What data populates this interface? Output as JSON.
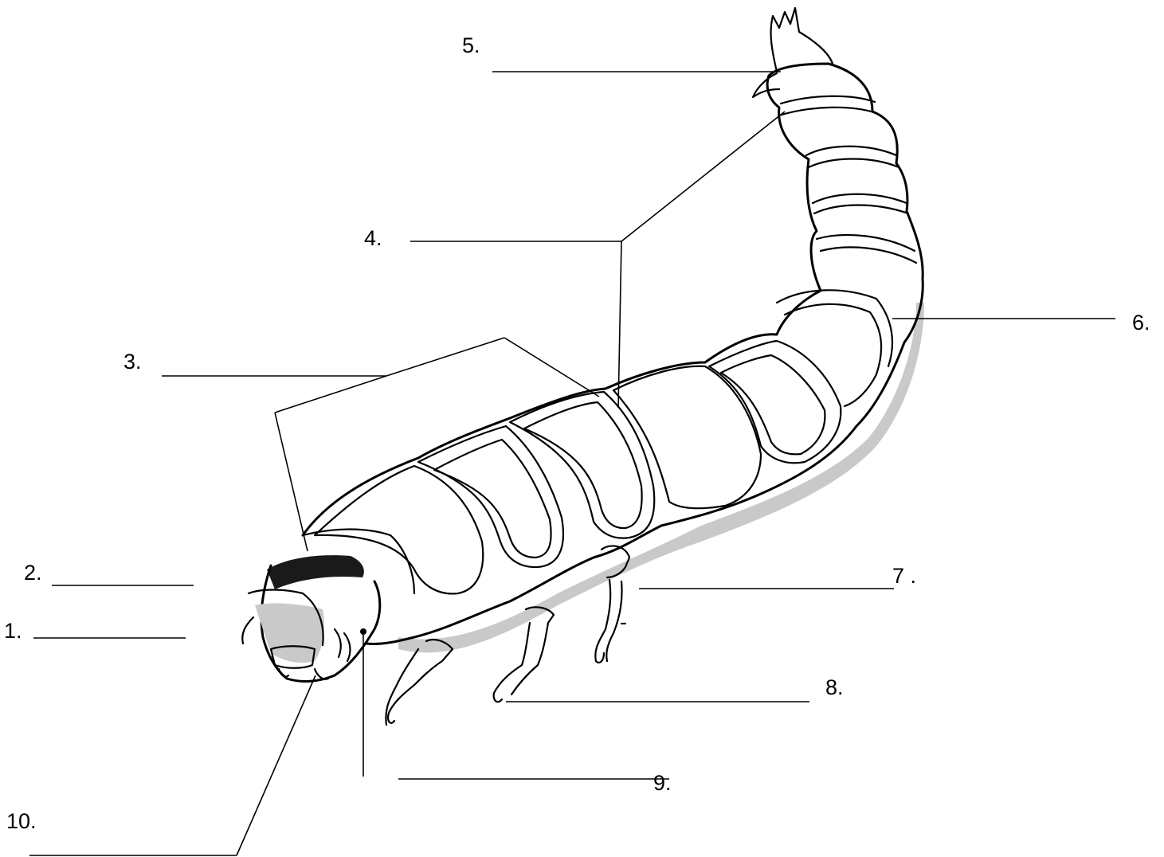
{
  "labels": {
    "l1": "1.",
    "l2": "2.",
    "l3": "3.",
    "l4": "4.",
    "l5": "5.",
    "l6": "6.",
    "l7": "7 .",
    "l8": "8.",
    "l9": "9.",
    "l10": "10."
  },
  "stray_mark": "-",
  "colors": {
    "ink": "#000000",
    "paper": "#ffffff",
    "shade": "#c9c9c9"
  }
}
